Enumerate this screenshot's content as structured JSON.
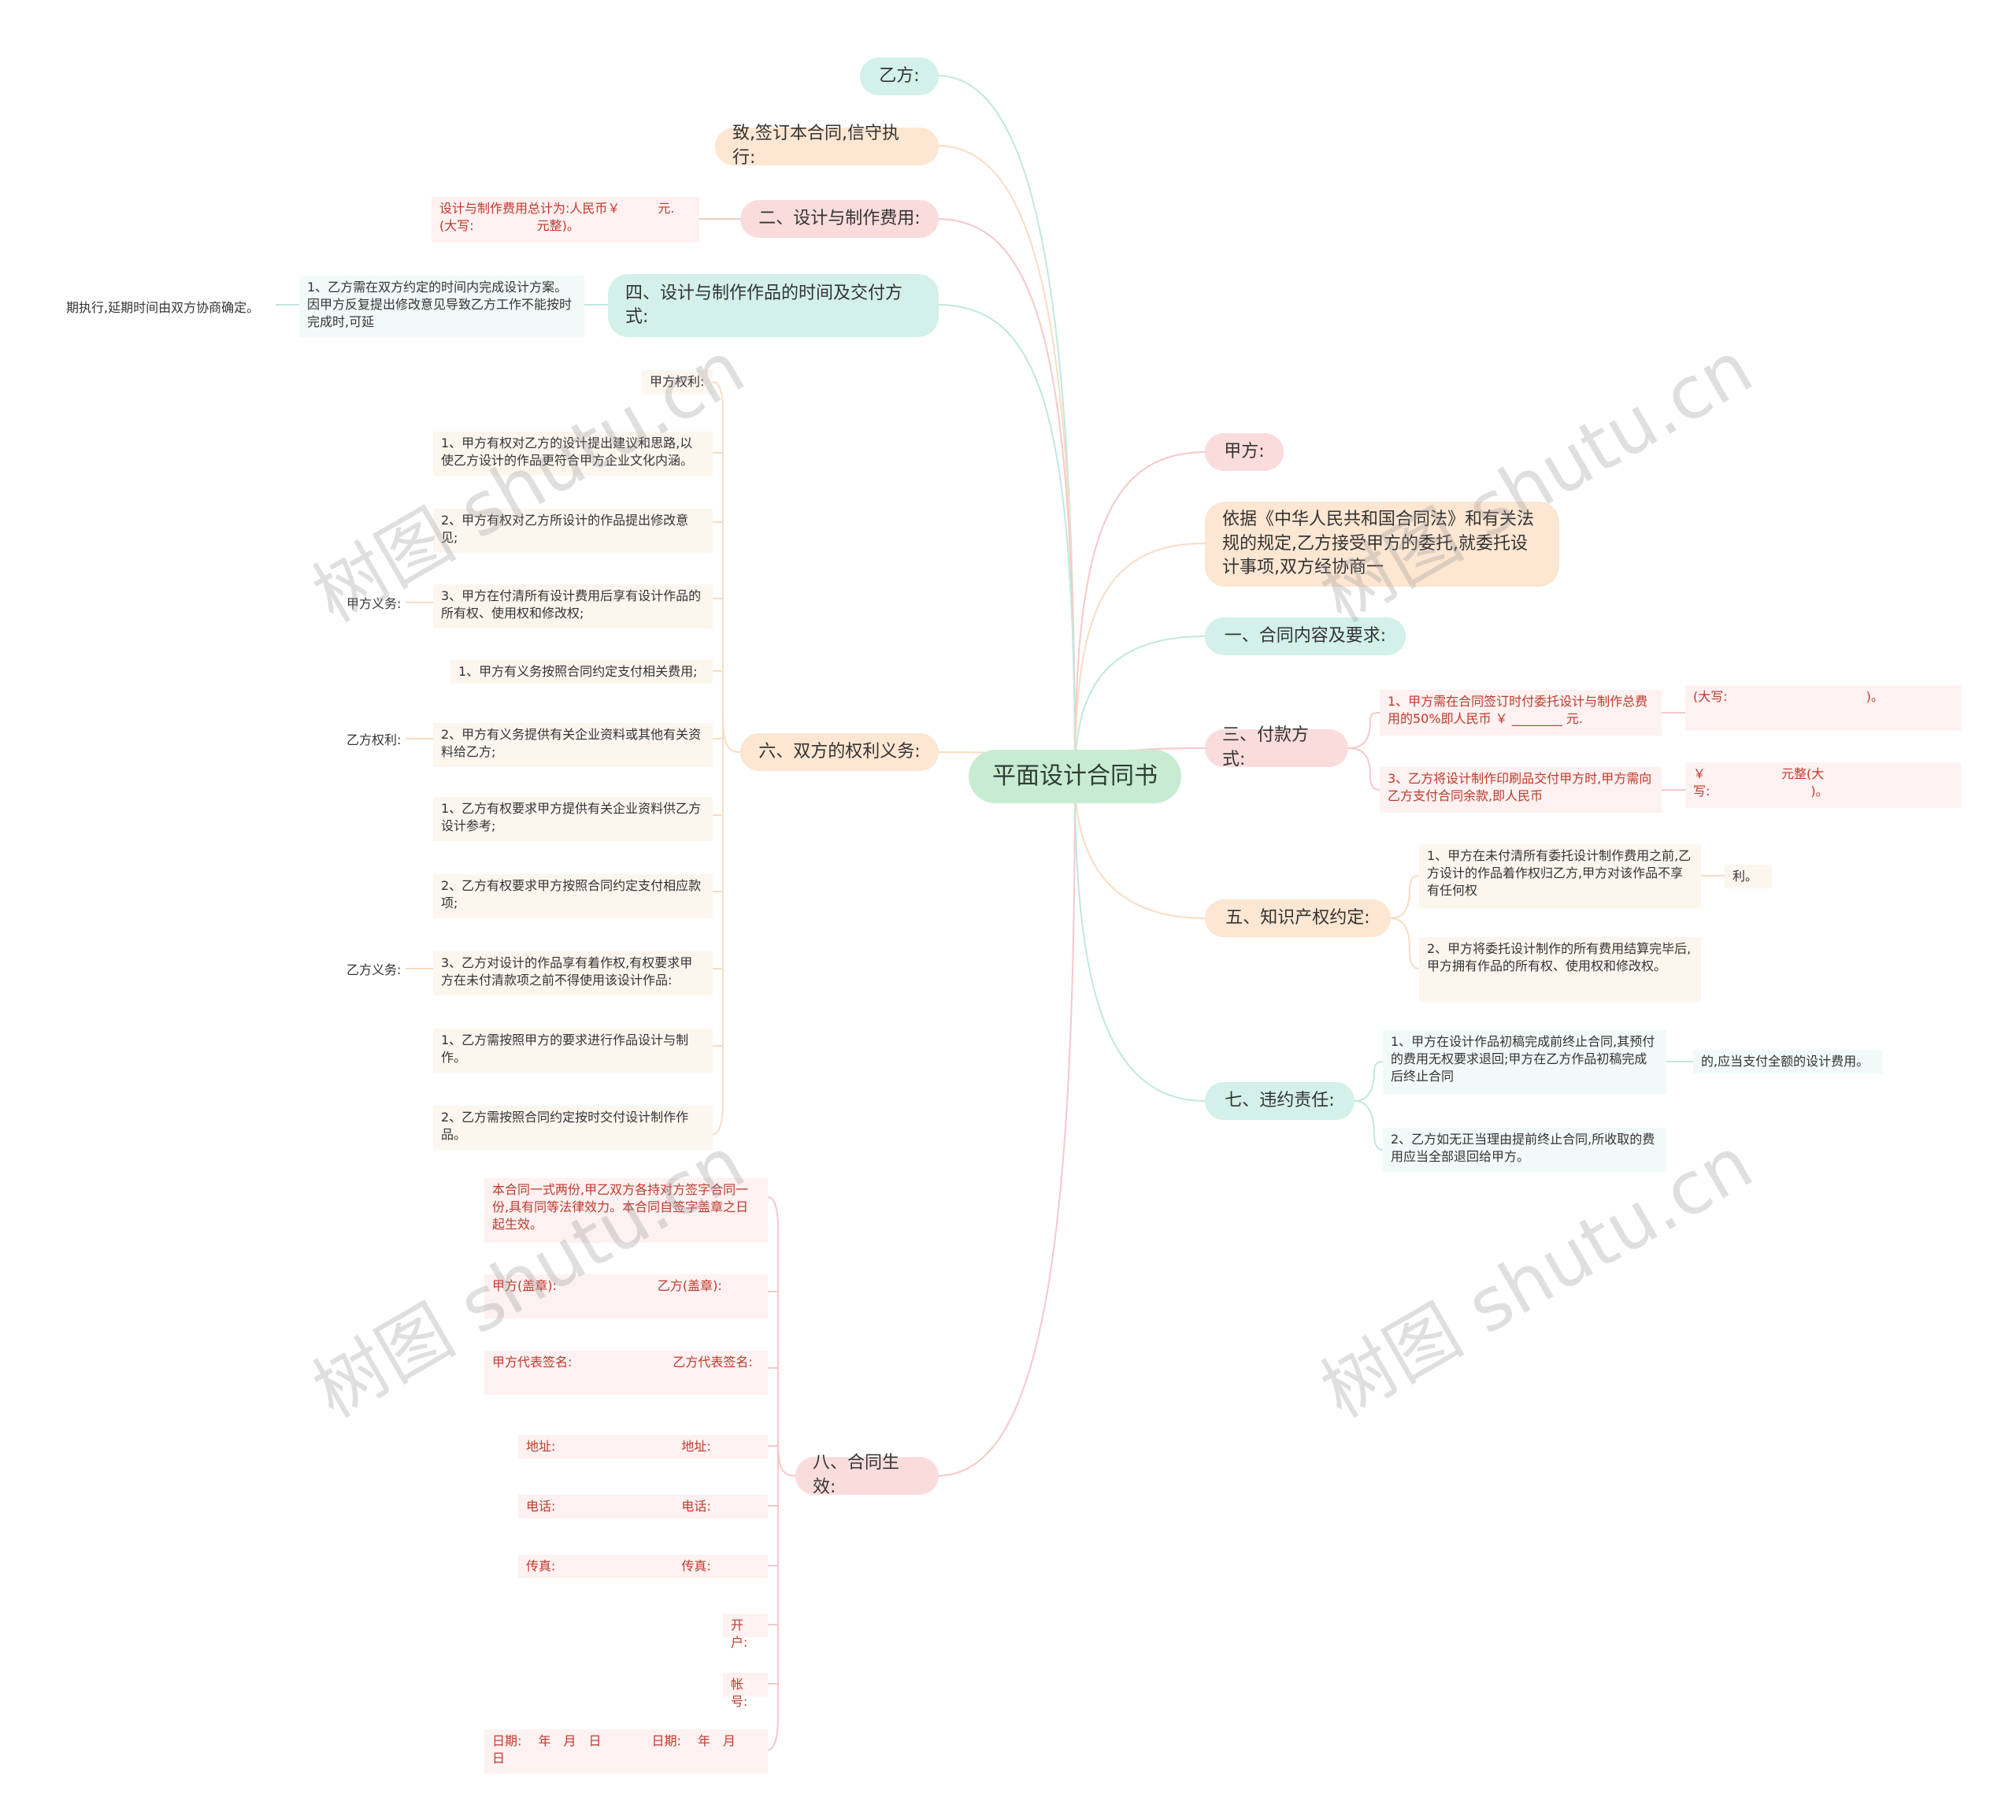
{
  "root": "平面设计合同书",
  "left": {
    "yifang": "乙方:",
    "zhi": "致,签订本合同,信守执行:",
    "fee": {
      "label": "二、设计与制作费用:",
      "detail": "设计与制作费用总计为:人民币￥　　　元.(大写:　　　　　元整)。"
    },
    "time": {
      "label": "四、设计与制作作品的时间及交付方式:",
      "detail": "1、乙方需在双方约定的时间内完成设计方案。因甲方反复提出修改意见导致乙方工作不能按时完成时,可延",
      "extra": "期执行,延期时间由双方协商确定。"
    },
    "rights": {
      "label": "六、双方的权利义务:",
      "items": [
        "甲方权利:",
        "1、甲方有权对乙方的设计提出建议和思路,以使乙方设计的作品更符合甲方企业文化内涵。",
        "2、甲方有权对乙方所设计的作品提出修改意见;",
        "3、甲方在付清所有设计费用后享有设计作品的所有权、使用权和修改权;",
        "1、甲方有义务按照合同约定支付相关费用;",
        "2、甲方有义务提供有关企业资料或其他有关资料给乙方;",
        "1、乙方有权要求甲方提供有关企业资料供乙方设计参考;",
        "2、乙方有权要求甲方按照合同约定支付相应款项;",
        "3、乙方对设计的作品享有着作权,有权要求甲方在未付清款项之前不得使用该设计作品:",
        "1、乙方需按照甲方的要求进行作品设计与制作。",
        "2、乙方需按照合同约定按时交付设计制作作品。"
      ],
      "side_labels": [
        "甲方义务:",
        "乙方权利:",
        "乙方义务:"
      ]
    },
    "effect": {
      "label": "八、合同生效:",
      "items": [
        "本合同一式两份,甲乙双方各持对方签字合同一份,具有同等法律效力。本合同自签字盖章之日起生效。",
        "甲方(盖章):　　　　　　　　乙方(盖章):",
        "甲方代表签名:　　　　　　　　乙方代表签名:",
        "地址:　　　　　　　　　　地址:",
        "电话:　　　　　　　　　　电话:",
        "传真:　　　　　　　　　　传真:",
        "开户:",
        "帐号:",
        "日期:　 年　月　日　　　　日期:　 年　月　日"
      ]
    }
  },
  "right": {
    "jiafang": "甲方:",
    "basis": "依据《中华人民共和国合同法》和有关法规的规定,乙方接受甲方的委托,就委托设计事项,双方经协商一",
    "content": "一、合同内容及要求:",
    "payment": {
      "label": "三、付款方式:",
      "items": [
        "1、甲方需在合同签订时付委托设计与制作总费用的50%即人民币 ￥ ________ 元.",
        "3、乙方将设计制作印刷品交付甲方时,甲方需向乙方支付合同余款,即人民币"
      ],
      "extras": [
        "(大写:　　　　　　　　　　　)。",
        "￥　　　　　　元整(大写:　　　　　　　　)。"
      ]
    },
    "ip": {
      "label": "五、知识产权约定:",
      "items": [
        "1、甲方在未付清所有委托设计制作费用之前,乙方设计的作品着作权归乙方,甲方对该作品不享有任何权",
        "2、甲方将委托设计制作的所有费用结算完毕后,甲方拥有作品的所有权、使用权和修改权。"
      ],
      "extra": "利。"
    },
    "breach": {
      "label": "七、违约责任:",
      "items": [
        "1、甲方在设计作品初稿完成前终止合同,其预付的费用无权要求退回;甲方在乙方作品初稿完成后终止合同",
        "2、乙方如无正当理由提前终止合同,所收取的费用应当全部退回给甲方。"
      ],
      "extra": "的,应当支付全额的设计费用。"
    }
  },
  "watermark": "树图 shutu.cn",
  "colors": {
    "teal": "#d3f0ea",
    "peach": "#fde6d2",
    "pink": "#fbdcdc",
    "root": "#c8ecd2",
    "red": "#c0392b"
  }
}
